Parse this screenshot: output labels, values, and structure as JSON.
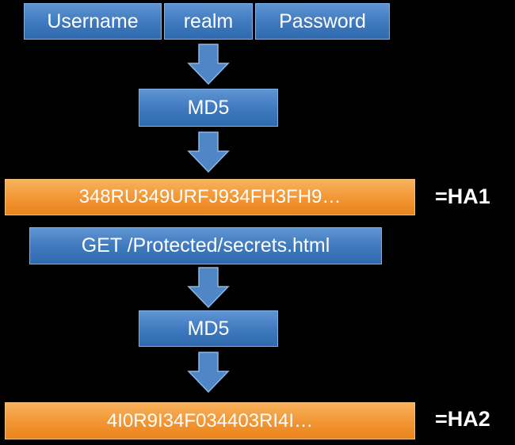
{
  "inputs": {
    "username": "Username",
    "realm": "realm",
    "password": "Password"
  },
  "step1": {
    "label": "MD5"
  },
  "ha1_value": "348RU349URFJ934FH3FH9…",
  "ha1_label": "=HA1",
  "request_line": "GET /Protected/secrets.html",
  "step2": {
    "label": "MD5"
  },
  "ha2_value": "4I0R9I34F034403RI4I…",
  "ha2_label": "=HA2",
  "colors": {
    "background": "#000000",
    "blue_box": "#4a84c8",
    "orange_box": "#f29533",
    "arrow": "#4f86c6"
  }
}
